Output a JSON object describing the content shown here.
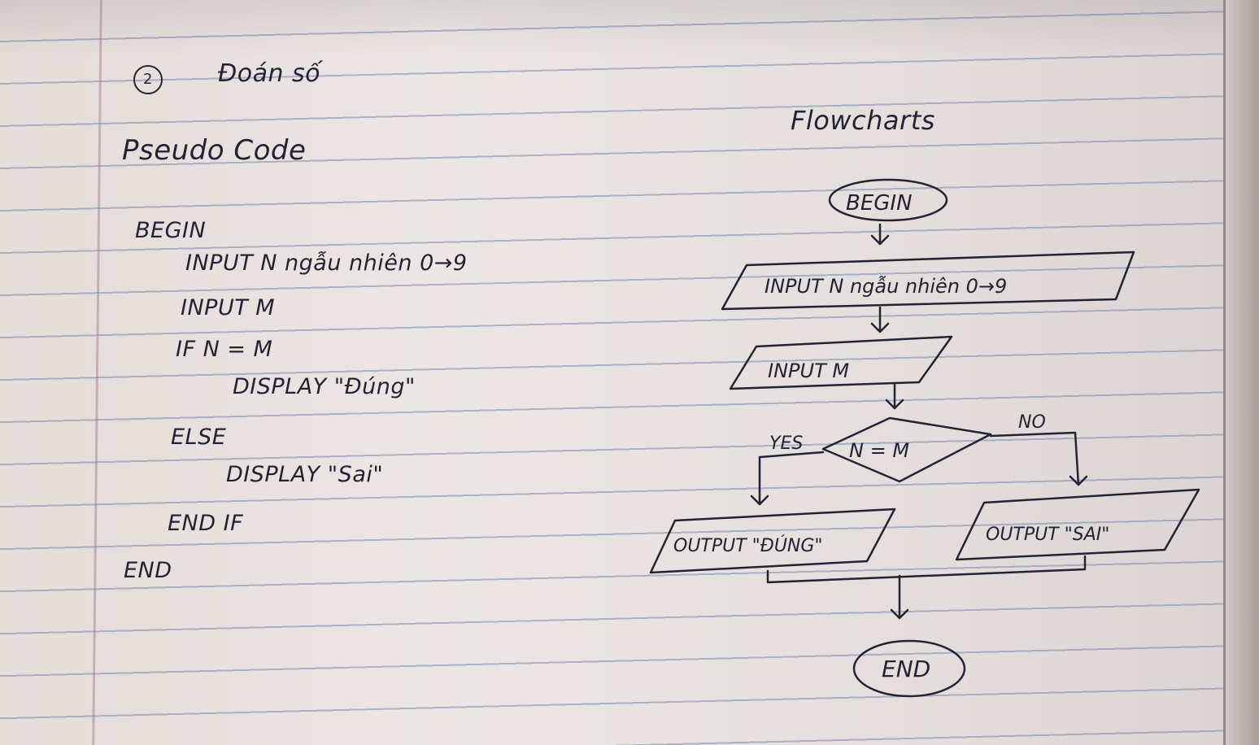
{
  "heading": {
    "number": "2",
    "title": "Đoán số"
  },
  "pseudo_heading": "Pseudo Code",
  "flow_heading": "Flowcharts",
  "pseudo_lines": [
    "BEGIN",
    "INPUT N ngẫu nhiên 0→9",
    "INPUT M",
    "IF N = M",
    "DISPLAY \"Đúng\"",
    "ELSE",
    "DISPLAY \"Sai\"",
    "END IF",
    "END"
  ],
  "flowchart": {
    "begin": "BEGIN",
    "input_n": "INPUT N ngẫu nhiên 0→9",
    "input_m": "INPUT M",
    "decision": "N = M",
    "yes_label": "YES",
    "no_label": "NO",
    "output_yes": "OUTPUT \"ĐÚNG\"",
    "output_no": "OUTPUT \"SAI\"",
    "end": "END"
  },
  "colors": {
    "ink": "#232333",
    "paper": "#e8e2e0",
    "rule_line": "#7887af"
  }
}
